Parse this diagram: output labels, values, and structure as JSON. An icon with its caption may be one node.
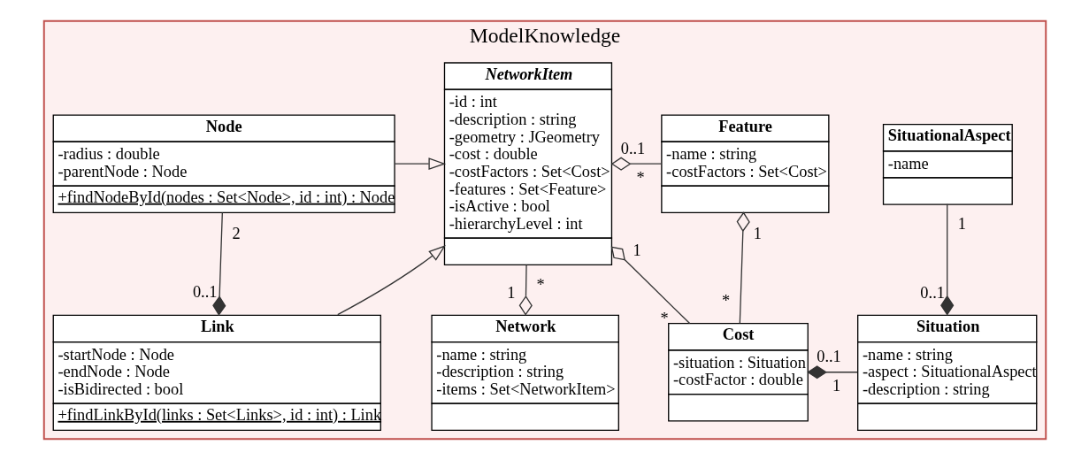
{
  "diagram": {
    "nodes": [
      {
        "text": [
          "ModelKnowledge"
        ]
      },
      {
        "text": [
          "SituationalAspect",
          "-name"
        ],
        "in": 0
      },
      {
        "text": [
          "Feature",
          "-name : string",
          "-costFactors : Set<Cost>"
        ],
        "in": 0
      },
      {
        "text": [
          "NetworkItem",
          "-id : int",
          "-description : string",
          "-geometry : JGeometry",
          "-cost : double",
          "-costFactors : Set<Cost>",
          "-features : Set<Feature>",
          "-isActive : bool",
          "-hierarchyLevel : int"
        ],
        "in": 0
      },
      {
        "text": [
          "Node",
          "-radius : double",
          "-parentNode : Node",
          "+findNodeById(nodes : Set<Node>, id : int) : Node"
        ],
        "in": 0
      },
      {
        "text": [
          "Situation",
          "-name : string",
          "-aspect : SituationalAspect",
          "-description : string"
        ],
        "in": 0
      },
      {
        "text": [
          "Cost",
          "-situation : Situation",
          "-costFactor : double"
        ],
        "in": 0
      },
      {
        "text": [
          "Link",
          "-startNode : Node",
          "-endNode : Node",
          "-isBidirected : bool",
          "+findLinkById(links : Set<Links>, id : int) : Link"
        ],
        "in": 0
      },
      {
        "text": [
          "Network",
          "-name : string",
          "-description : string",
          "-items : Set<NetworkItem>"
        ],
        "in": 0
      }
    ],
    "edges": [
      {
        "from": 2,
        "to": 3,
        "arrow": "other"
      },
      {
        "from": 4,
        "to": 3,
        "arrow": "to"
      },
      {
        "from": 1,
        "to": 5,
        "arrow": "other"
      },
      {
        "from": 6,
        "to": 2,
        "arrow": "other"
      },
      {
        "from": 5,
        "to": 6,
        "arrow": "other"
      },
      {
        "from": 6,
        "to": 3,
        "arrow": "other"
      },
      {
        "from": 3,
        "to": 8,
        "arrow": "other"
      },
      {
        "from": 4,
        "to": 7,
        "arrow": "other"
      },
      {
        "from": 7,
        "to": 3,
        "arrow": "to"
      }
    ],
    "labels": [
      "*",
      "0..1",
      "1",
      "2",
      "1",
      "0..1",
      "0..1",
      "*",
      "1",
      "0..1",
      "*",
      "*",
      "1",
      "1"
    ]
  }
}
